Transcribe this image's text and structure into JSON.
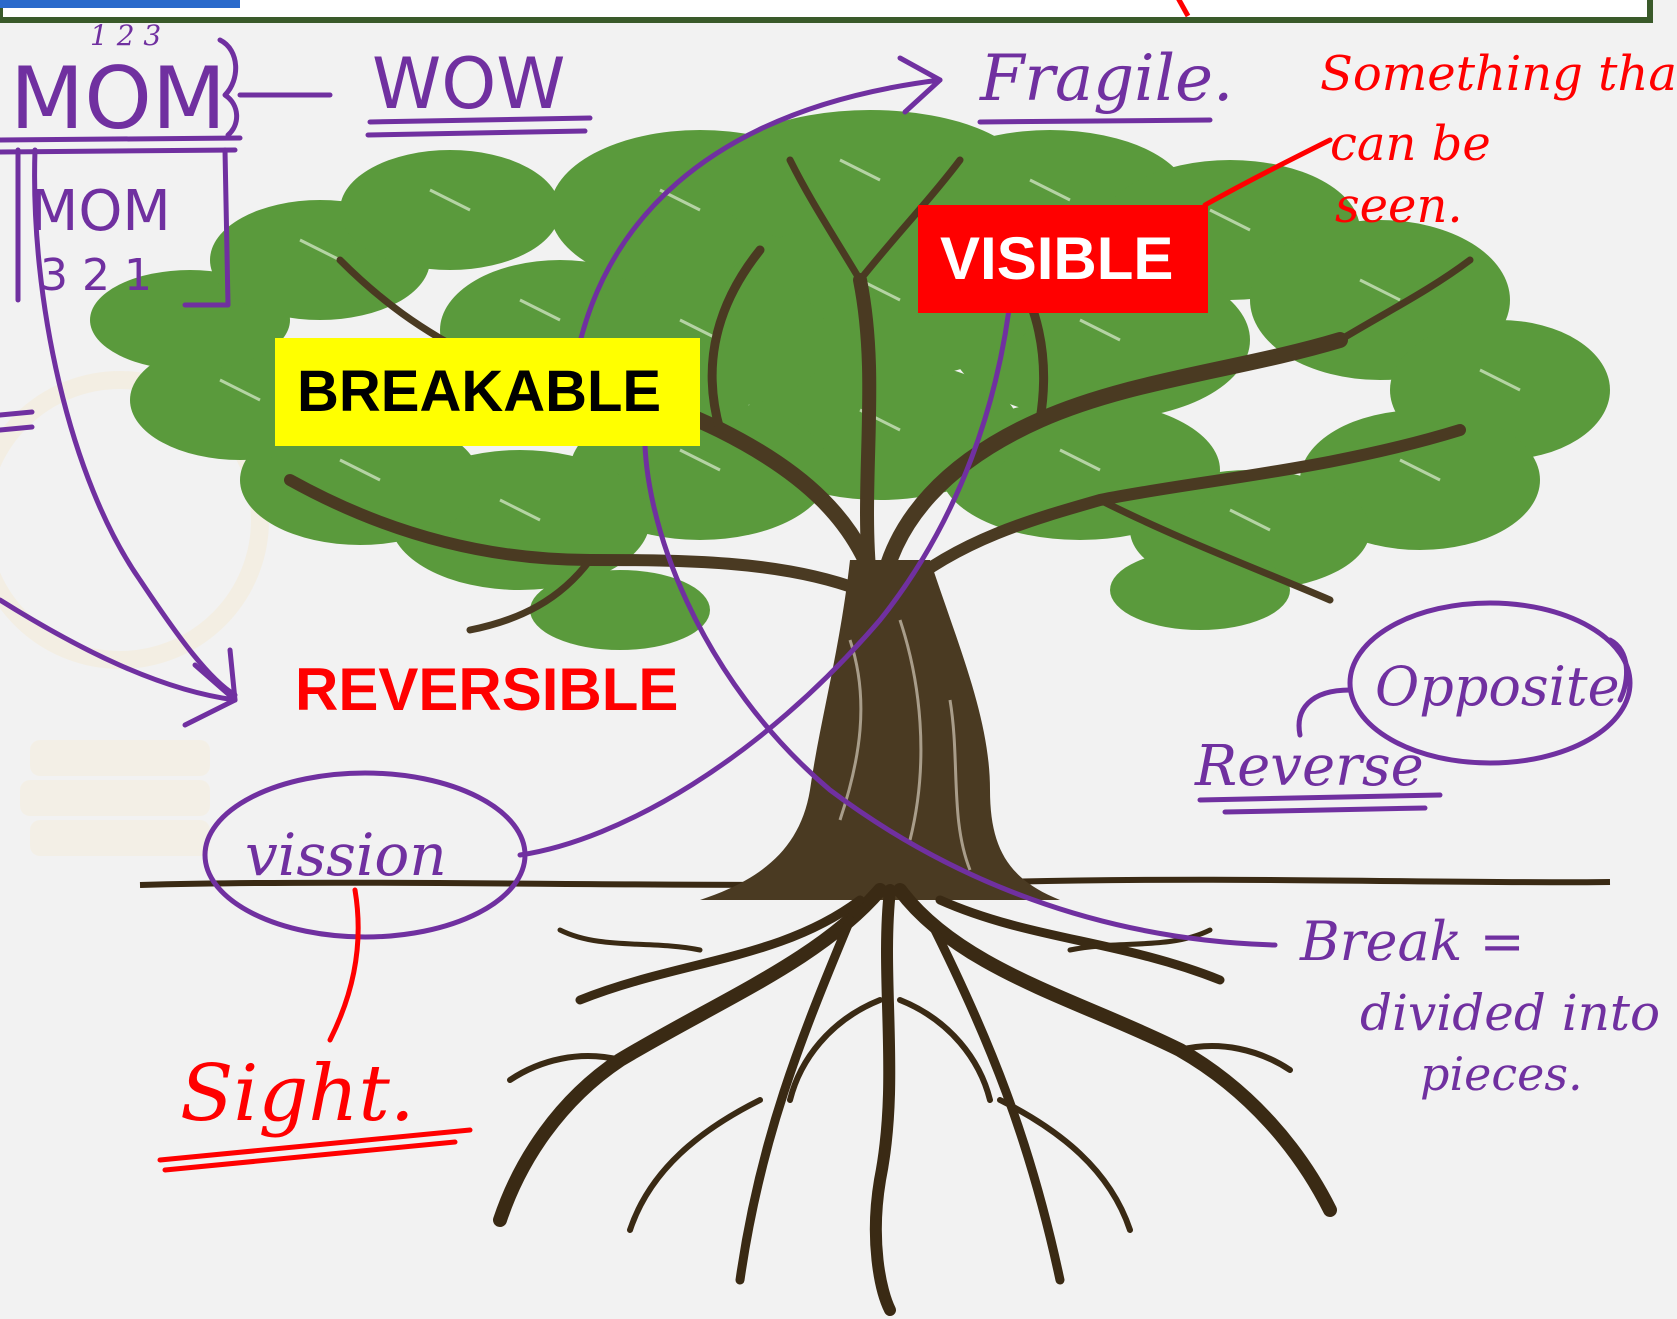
{
  "labels": {
    "breakable": "BREAKABLE",
    "visible": "VISIBLE",
    "reversible": "REVERSIBLE"
  },
  "annotations": {
    "mom_digits_top": "1 2 3",
    "mom": "MOM",
    "wow": "WOW",
    "mom_reversed": "MOM",
    "mom_reversed_digits": "3 2 1",
    "equals": "=",
    "fragile": "Fragile.",
    "something_line1": "Something that",
    "something_line2": "can be",
    "something_line3": "seen.",
    "opposite": "Opposite",
    "reverse": "Reverse",
    "vission": "vission",
    "sight": "Sight.",
    "break_line1": "Break =",
    "break_line2": "divided into",
    "break_line3": "pieces."
  },
  "colors": {
    "background": "#f2f2f2",
    "frame": "#3a5a2a",
    "ink_purple": "#7030a0",
    "ink_red": "#ff0000",
    "leaf": "#5a9a3c",
    "leaf_dark": "#3f7a2a",
    "trunk": "#4a3a22",
    "breakable_bg": "#ffff00",
    "visible_bg": "#ff0000"
  },
  "icons": {
    "tree": "tree-illustration",
    "books": "books-watermark-icon"
  }
}
